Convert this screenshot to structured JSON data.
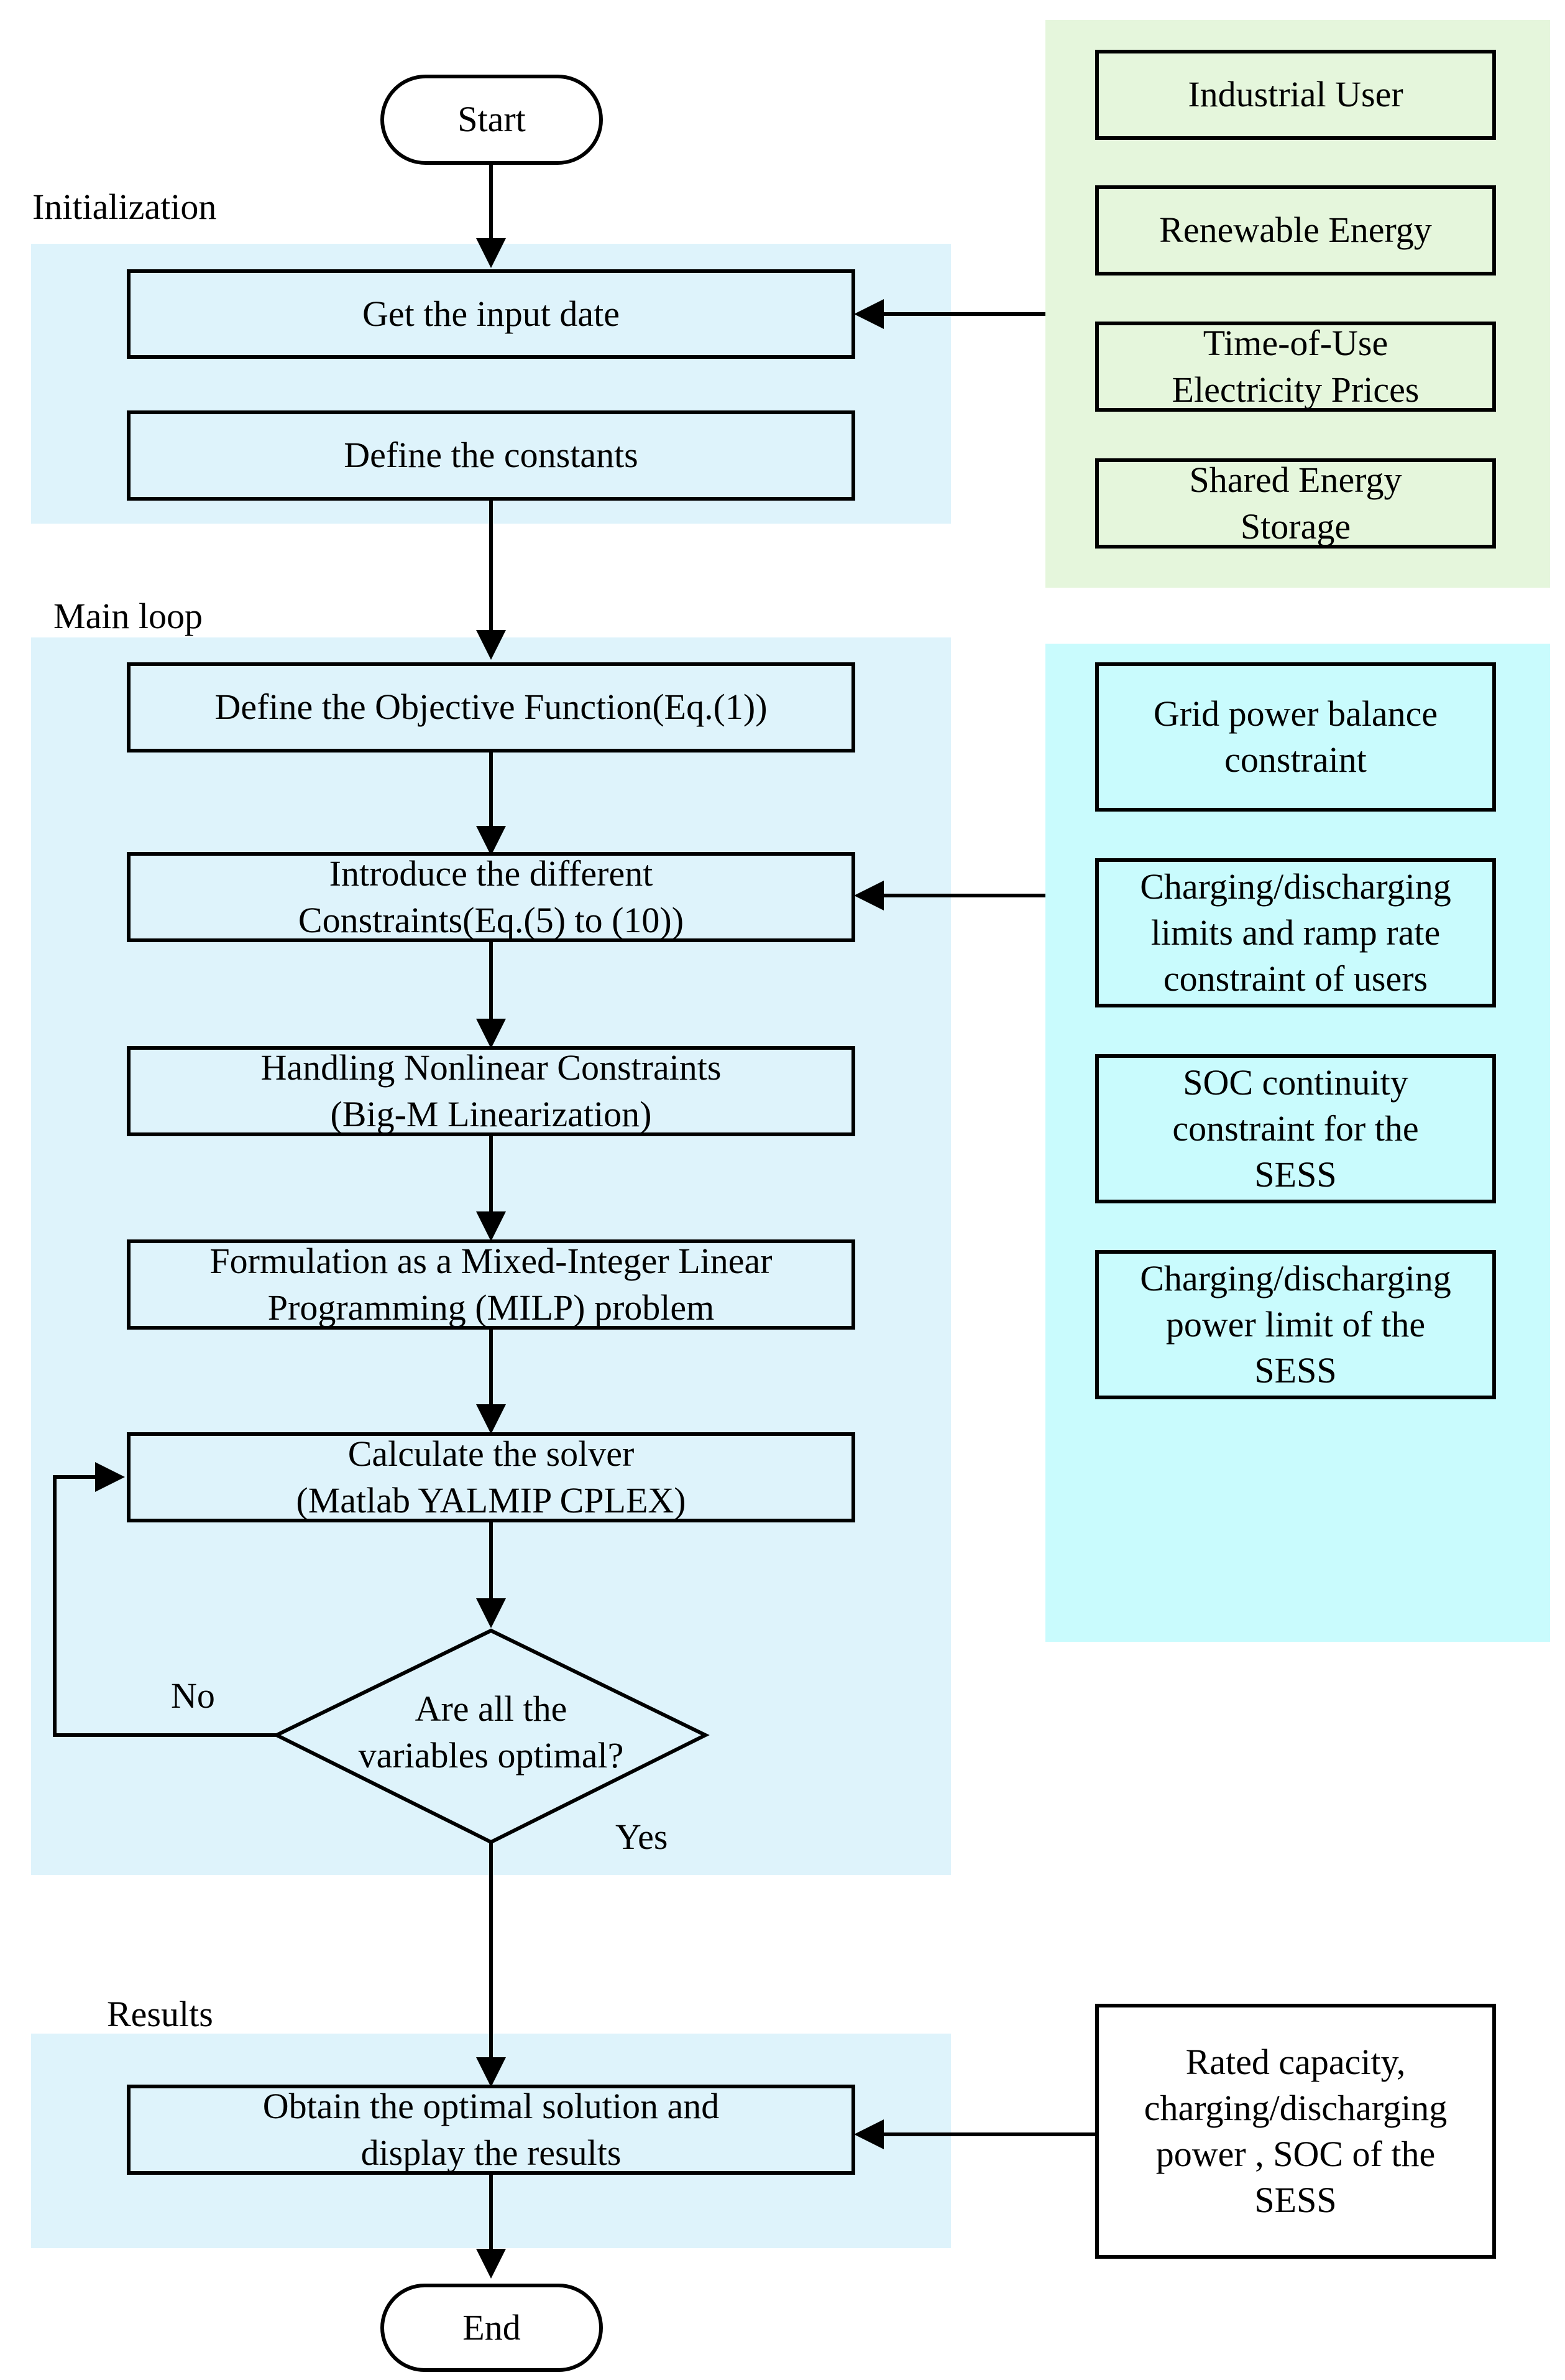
{
  "sections": {
    "initialization": "Initialization",
    "main_loop": "Main loop",
    "results": "Results"
  },
  "terminals": {
    "start": "Start",
    "end": "End"
  },
  "process": {
    "input": "Get the input date",
    "constants": "Define the constants",
    "objective": "Define the Objective Function(Eq.(1))",
    "constraints": "Introduce the different\nConstraints(Eq.(5) to (10))",
    "nonlinear": "Handling Nonlinear Constraints\n(Big-M Linearization)",
    "milp": "Formulation as a Mixed-Integer Linear\nProgramming (MILP) problem",
    "solver": "Calculate the solver\n(Matlab YALMIP CPLEX)",
    "output": "Obtain the optimal solution and\ndisplay the results"
  },
  "decision": {
    "question": "Are all the\nvariables optimal?",
    "no_label": "No",
    "yes_label": "Yes"
  },
  "inputs": [
    "Industrial User",
    "Renewable Energy",
    "Time-of-Use\nElectricity Prices",
    "Shared Energy\nStorage"
  ],
  "constraint_list": [
    "Grid power balance\nconstraint",
    "Charging/discharging\nlimits and ramp rate\nconstraint of users",
    "SOC continuity\nconstraint for the\nSESS",
    "Charging/discharging\npower limit of the\nSESS"
  ],
  "result_detail": "Rated capacity,\ncharging/discharging\npower , SOC of the\nSESS",
  "colors": {
    "stage_panel": "#def3fb",
    "input_panel": "#e5f6dc",
    "constraint_panel": "#c9fbfd",
    "line": "#000000"
  }
}
